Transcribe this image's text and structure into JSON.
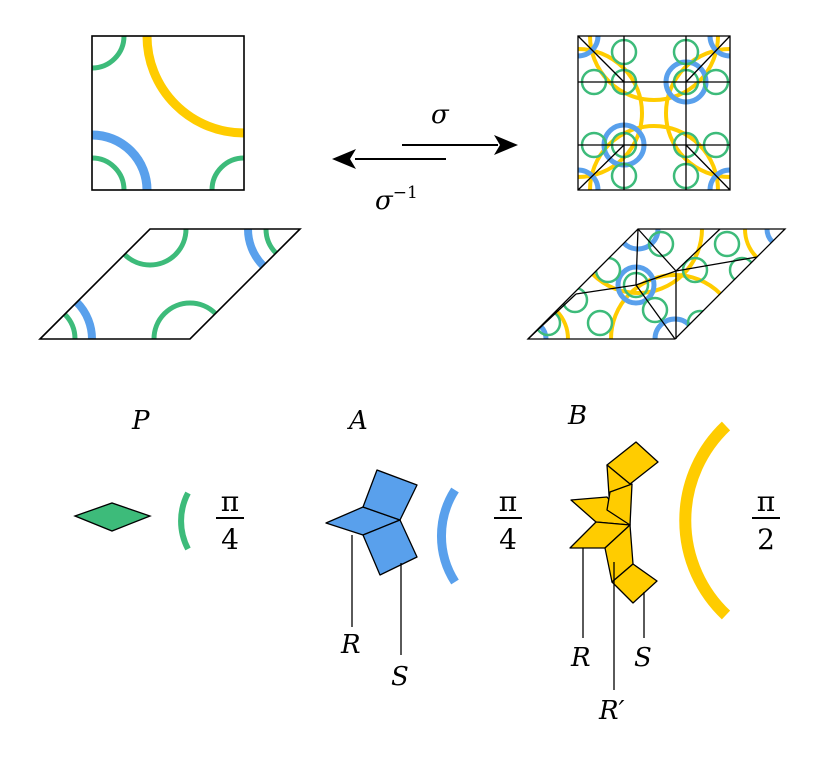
{
  "labels": {
    "sigma": "σ",
    "sigma_inverse_base": "σ",
    "sigma_inverse_exp": "−1",
    "P": "P",
    "A": "A",
    "B": "B",
    "R_A": "R",
    "S_A": "S",
    "R_B": "R",
    "R_prime_B": "R′",
    "S_B": "S"
  },
  "fractions": {
    "green": {
      "num": "π",
      "den": "4"
    },
    "blue": {
      "num": "π",
      "den": "4"
    },
    "yellow": {
      "num": "π",
      "den": "2"
    }
  },
  "colors": {
    "green": "#3dbb7a",
    "blue": "#59a0ec",
    "yellow": "#ffcc00",
    "stroke": "#000000"
  }
}
